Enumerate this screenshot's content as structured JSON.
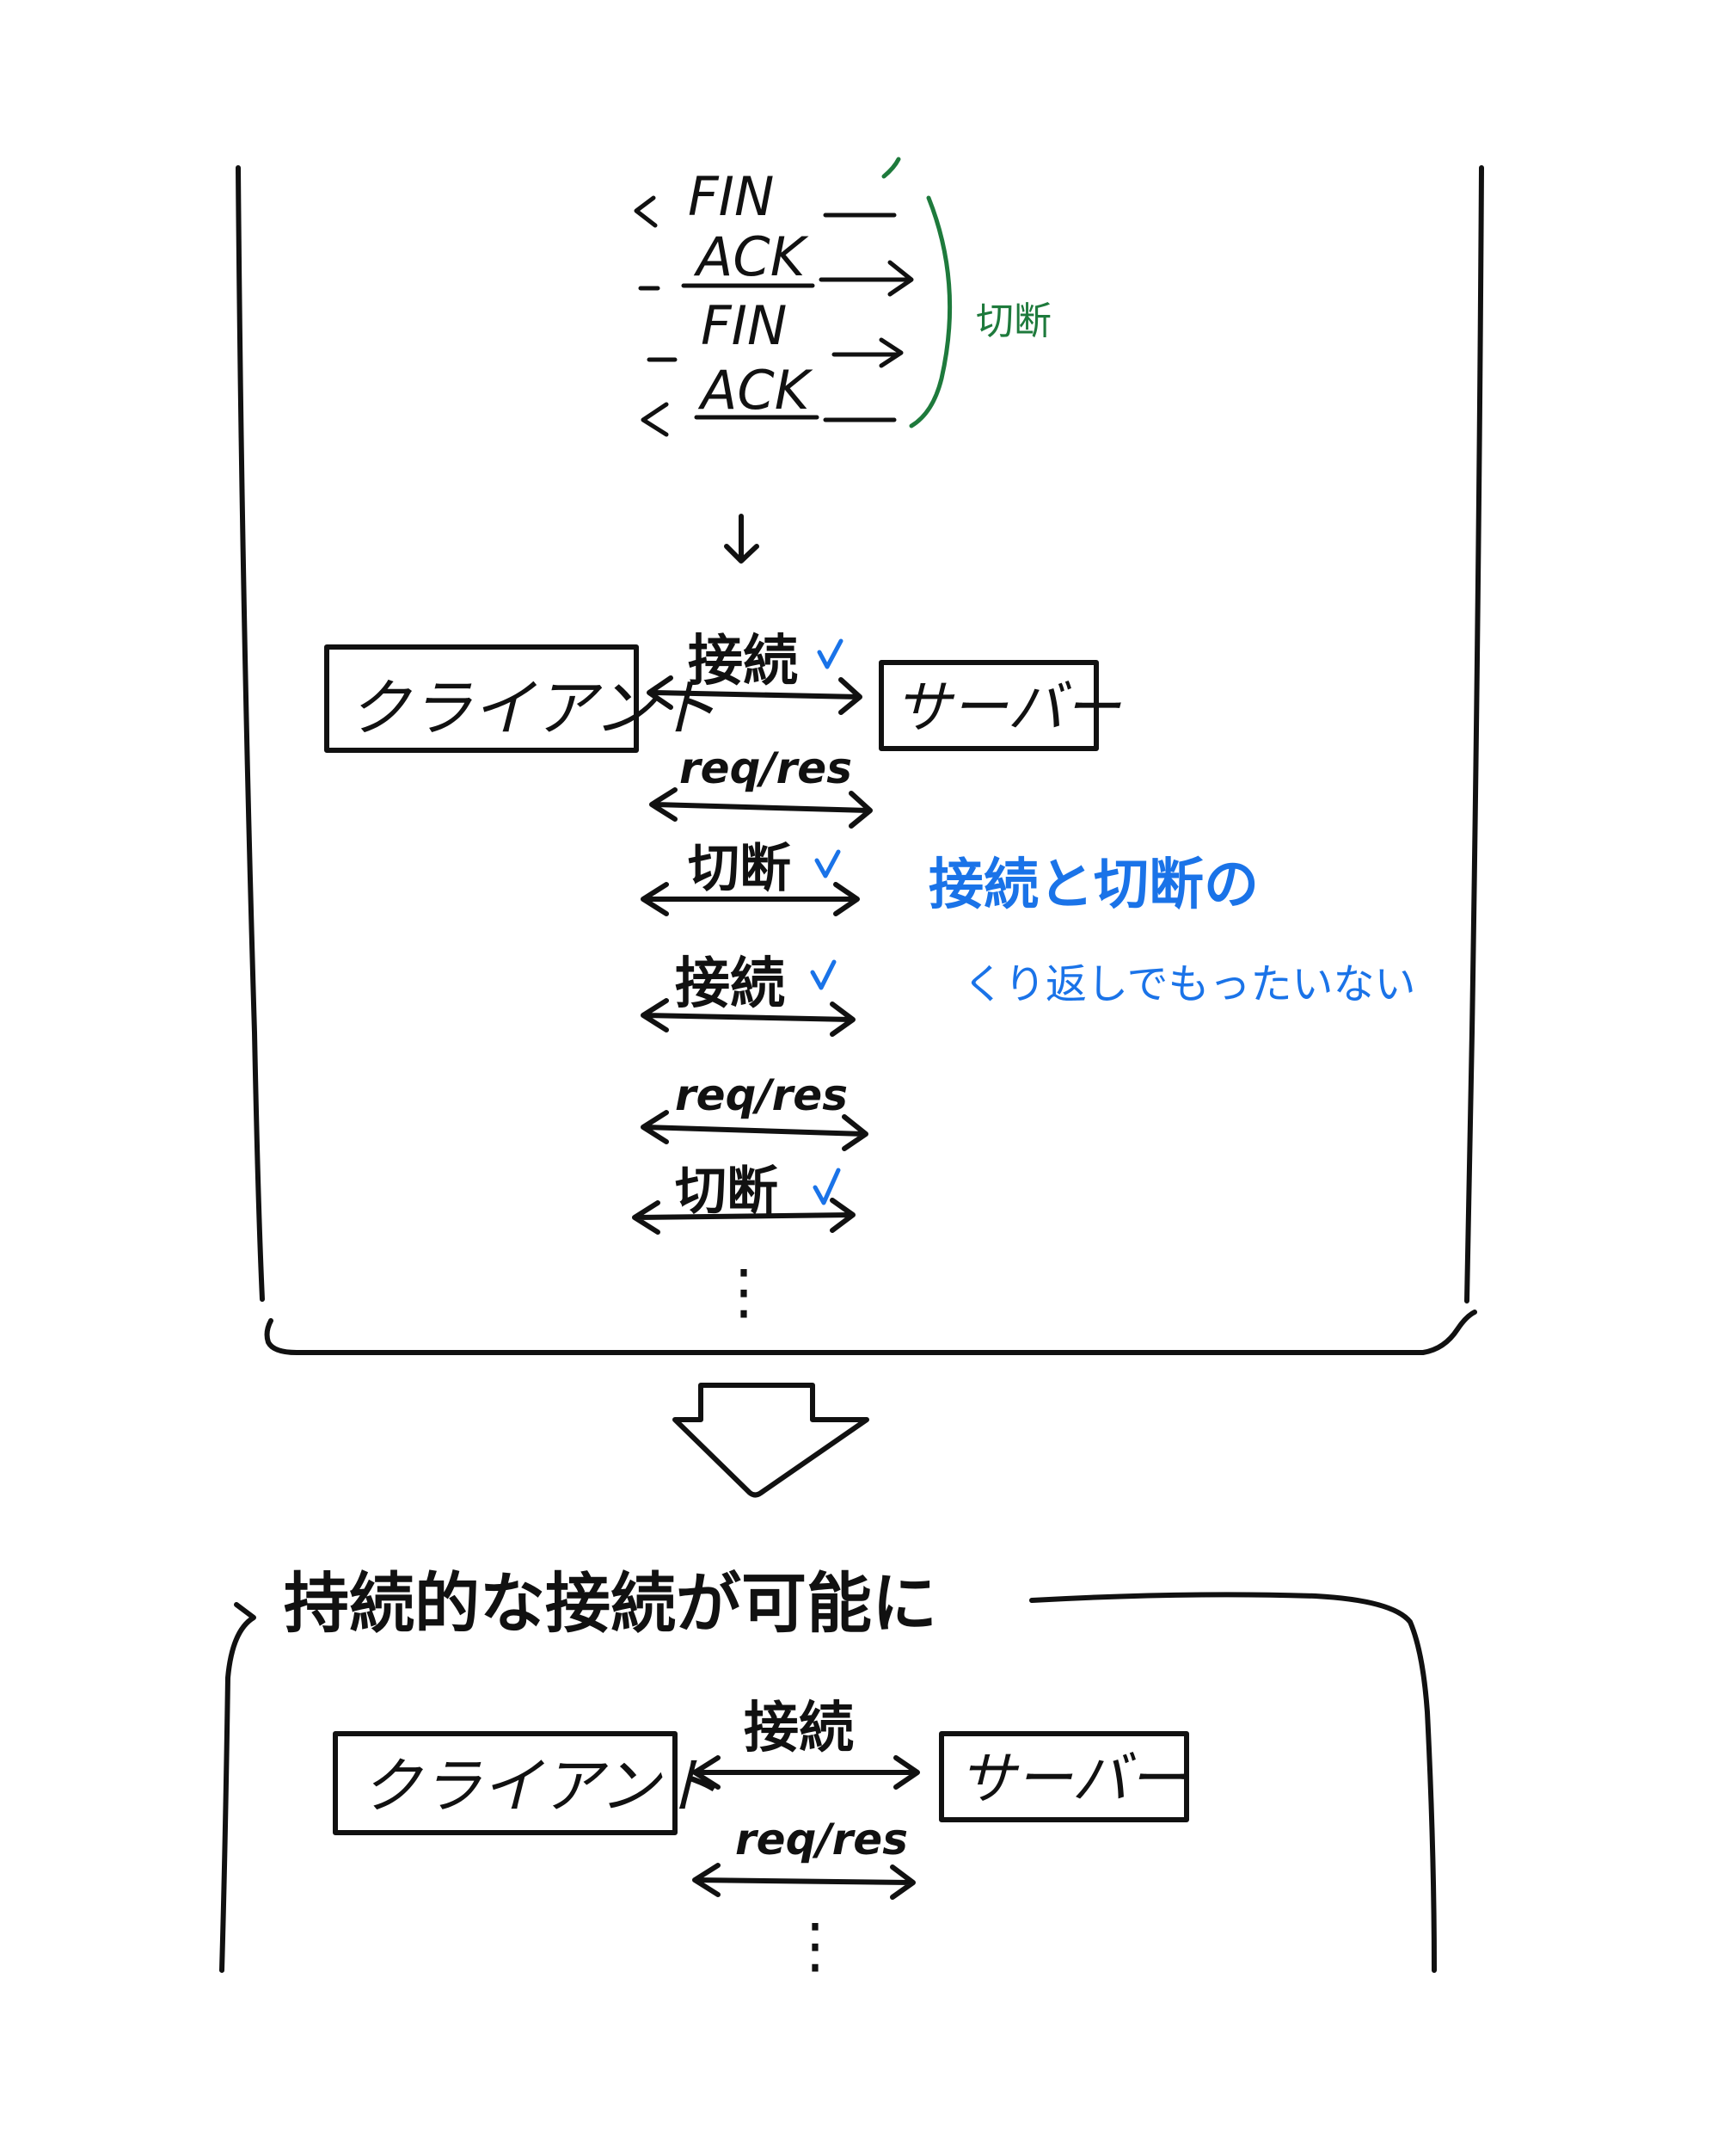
{
  "colors": {
    "ink": "#111111",
    "green_annotation": "#1e7a3c",
    "blue_annotation": "#1a73e8"
  },
  "handshake": {
    "steps": [
      "FIN",
      "ACK",
      "FIN",
      "ACK"
    ],
    "bracket_label": "切断"
  },
  "top_section": {
    "client_label": "クライアント",
    "server_label": "サーバー",
    "flow": [
      "接続",
      "req/res",
      "切断",
      "接続",
      "req/res",
      "切断"
    ],
    "ellipsis": "⋮",
    "note_line1": "接続と切断の",
    "note_line2": "くり返しでもったいない"
  },
  "bottom_section": {
    "title": "持続的な接続が可能に",
    "client_label": "クライアント",
    "server_label": "サーバー",
    "flow": [
      "接続",
      "req/res"
    ],
    "ellipsis": "⋮"
  }
}
